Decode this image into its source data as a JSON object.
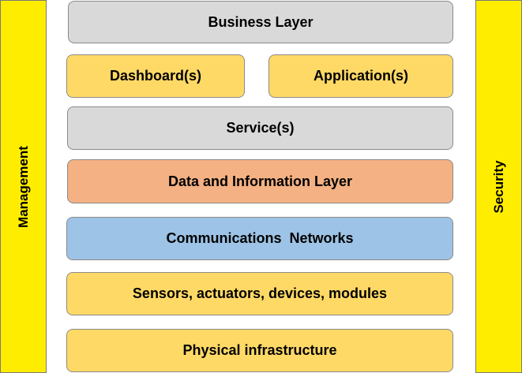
{
  "colors": {
    "side_bar": "#ffed00",
    "gray_layer": "#d9d9d9",
    "yellow_layer": "#ffd966",
    "orange_layer": "#f4b183",
    "blue_layer": "#9dc3e6"
  },
  "side_bars": {
    "left": {
      "label": "Management"
    },
    "right": {
      "label": "Security"
    }
  },
  "layers": {
    "business": {
      "label": "Business Layer"
    },
    "dashboards": {
      "label": "Dashboard(s)"
    },
    "applications": {
      "label": "Application(s)"
    },
    "services": {
      "label": "Service(s)"
    },
    "data_information": {
      "label": "Data and Information Layer"
    },
    "communications": {
      "label": "Communications  Networks"
    },
    "sensors": {
      "label": "Sensors, actuators, devices, modules"
    },
    "physical": {
      "label": "Physical infrastructure"
    }
  }
}
